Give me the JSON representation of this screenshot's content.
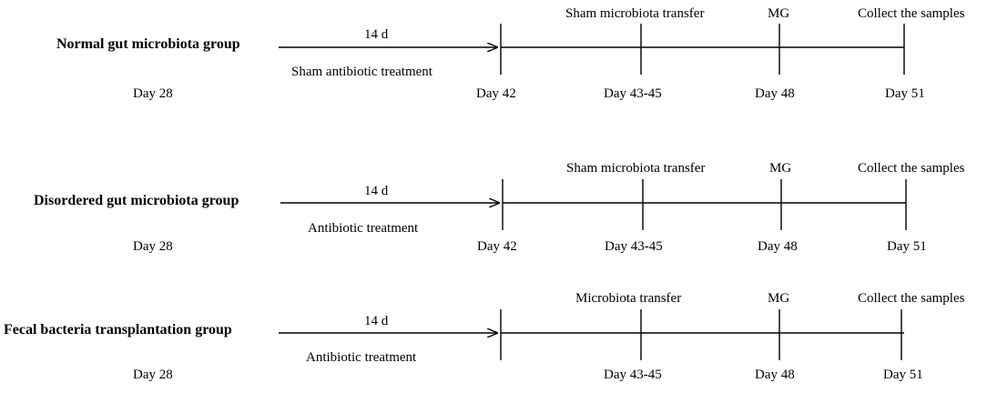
{
  "colors": {
    "ink": "#000000",
    "background": "#ffffff"
  },
  "groups": [
    {
      "name": "Normal gut microbiota group",
      "start_day": "Day 28",
      "arrow_duration": "14 d",
      "arrow_treatment": "Sham antibiotic treatment",
      "timeline_start_day": "Day 42",
      "events": [
        {
          "label": "Sham microbiota transfer",
          "day": "Day 43-45"
        },
        {
          "label": "MG",
          "day": "Day 48"
        },
        {
          "label": "Collect the samples",
          "day": "Day 51"
        }
      ]
    },
    {
      "name": "Disordered gut microbiota group",
      "start_day": "Day 28",
      "arrow_duration": "14 d",
      "arrow_treatment": "Antibiotic treatment",
      "timeline_start_day": "Day 42",
      "events": [
        {
          "label": "Sham microbiota transfer",
          "day": "Day 43-45"
        },
        {
          "label": "MG",
          "day": "Day 48"
        },
        {
          "label": "Collect the samples",
          "day": "Day 51"
        }
      ]
    },
    {
      "name": "Fecal bacteria transplantation group",
      "start_day": "Day 28",
      "arrow_duration": "14 d",
      "arrow_treatment": "Antibiotic treatment",
      "timeline_start_day": "",
      "events": [
        {
          "label": "Microbiota transfer",
          "day": "Day 43-45"
        },
        {
          "label": "MG",
          "day": "Day 48"
        },
        {
          "label": "Collect the samples",
          "day": "Day 51"
        }
      ]
    }
  ]
}
